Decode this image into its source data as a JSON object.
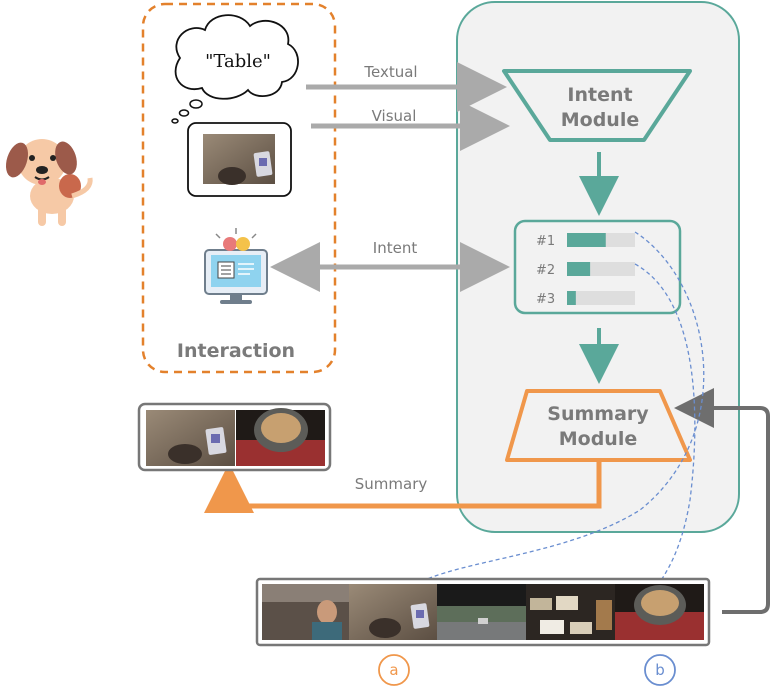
{
  "thought_text": "\"Table\"",
  "interaction": {
    "title": "Interaction"
  },
  "arrows": {
    "textual": "Textual",
    "visual": "Visual",
    "intent": "Intent",
    "summary": "Summary"
  },
  "intent_module": {
    "line1": "Intent",
    "line2": "Module"
  },
  "summary_module": {
    "line1": "Summary",
    "line2": "Module"
  },
  "ranking": {
    "items": [
      {
        "label": "#1",
        "score": 0.57
      },
      {
        "label": "#2",
        "score": 0.34
      },
      {
        "label": "#3",
        "score": 0.13
      }
    ]
  },
  "frame_markers": {
    "a": "a",
    "b": "b"
  },
  "colors": {
    "teal": "#5aa89a",
    "orange": "#f0974b",
    "orange_dashed": "#e3812c",
    "gray_arrow": "#aaaaaa",
    "dark_arrow": "#6e6e6e",
    "blue_dashed": "#6a8ed0",
    "panel_bg": "#f2f2f2"
  },
  "icons": {
    "dog": "dog-icon",
    "computer": "brain-computer-icon"
  }
}
